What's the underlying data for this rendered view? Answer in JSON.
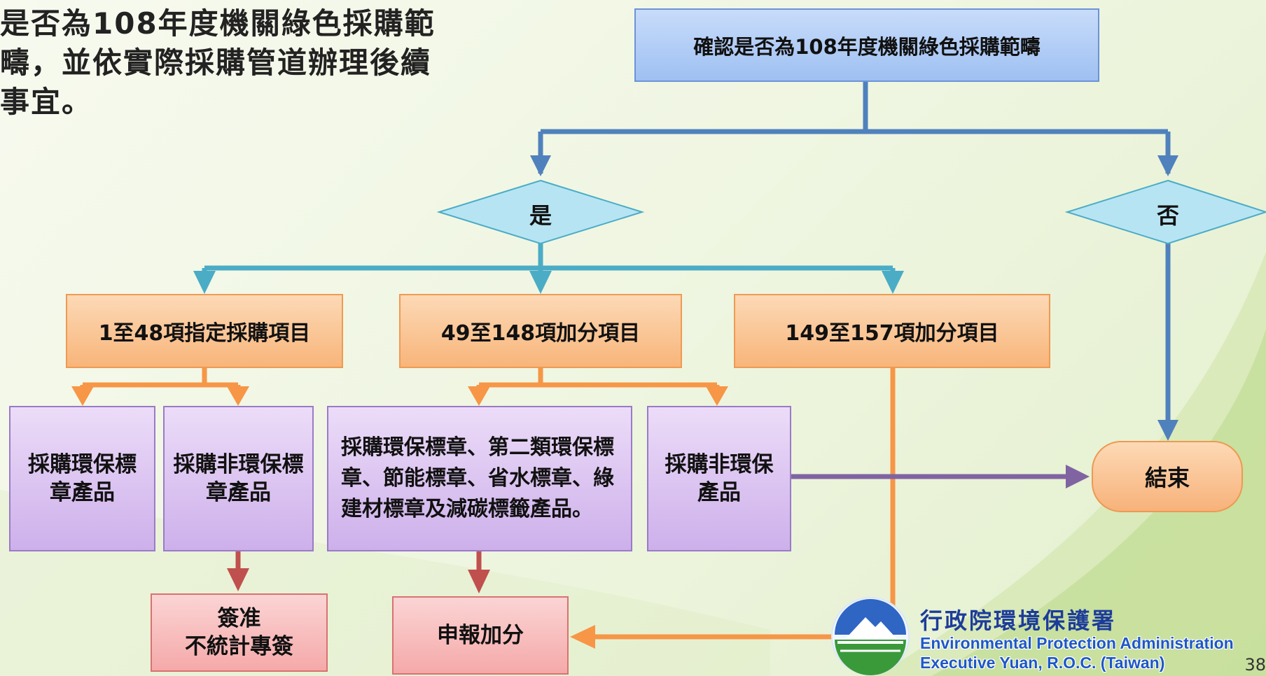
{
  "heading": {
    "lines": [
      "是否為108年度機關綠色採購範",
      "疇，並依實際採購管道辦理後續",
      "事宜。"
    ]
  },
  "flowchart": {
    "top_box": "確認是否為108年度機關綠色採購範疇",
    "yes": "是",
    "no": "否",
    "cat1": "1至48項指定採購項目",
    "cat2": "49至148項加分項目",
    "cat3": "149至157項加分項目",
    "p1": "採購環保標章產品",
    "p2": "採購非環保標章產品",
    "p3": "採購環保標章、第二類環保標章、節能標章、省水標章、綠建材標章及減碳標籤產品。",
    "p4": "採購非環保產品",
    "approval_line1": "簽准",
    "approval_line2": "不統計專簽",
    "report": "申報加分",
    "end": "結束"
  },
  "logo": {
    "chinese": "行政院環境保護署",
    "english_line1": "Environmental Protection Administration",
    "english_line2": "Executive Yuan, R.O.C. (Taiwan)"
  },
  "page_number": "38",
  "colors": {
    "blue_arrow": "#4f81bd",
    "teal_arrow": "#4bacc6",
    "orange_arrow": "#f79646",
    "red_arrow": "#c0504d",
    "purple_arrow": "#8064a2"
  }
}
